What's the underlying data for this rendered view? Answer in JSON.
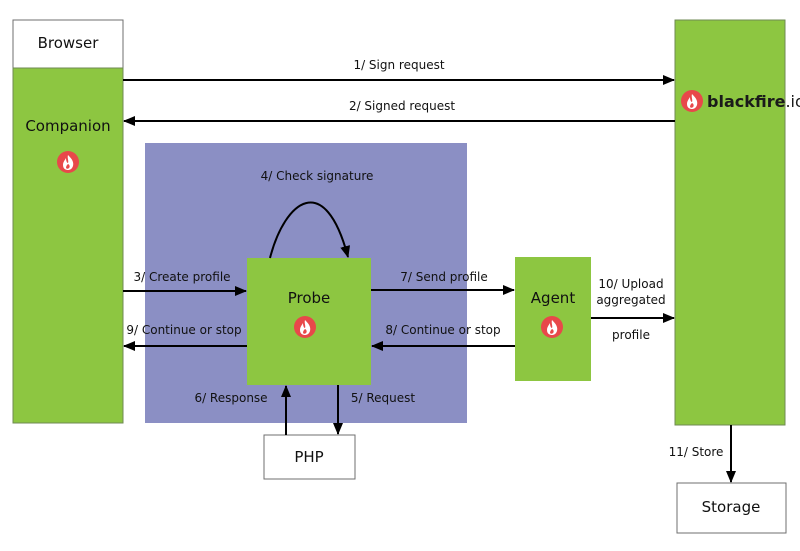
{
  "colors": {
    "node_green": "#8dc641",
    "zone_purple": "#8b8fc4",
    "border_gray": "#6f8a53",
    "flame_red": "#e8484a",
    "arrow": "#000000"
  },
  "nodes": {
    "browser": "Browser",
    "companion": "Companion",
    "probe": "Probe",
    "agent": "Agent",
    "php": "PHP",
    "storage": "Storage",
    "blackfire_brand": "blackfire",
    "blackfire_tld": ".io"
  },
  "icons": {
    "flame": "blackfire-flame-icon"
  },
  "edges": {
    "e1": "1/ Sign request",
    "e2": "2/ Signed request",
    "e3": "3/ Create profile",
    "e4": "4/ Check signature",
    "e5": "5/ Request",
    "e6": "6/ Response",
    "e7": "7/ Send profile",
    "e8": "8/ Continue or stop",
    "e9": "9/ Continue or stop",
    "e10_line1": "10/ Upload",
    "e10_line2": "aggregated",
    "e10_line3": "profile",
    "e11": "11/ Store"
  }
}
